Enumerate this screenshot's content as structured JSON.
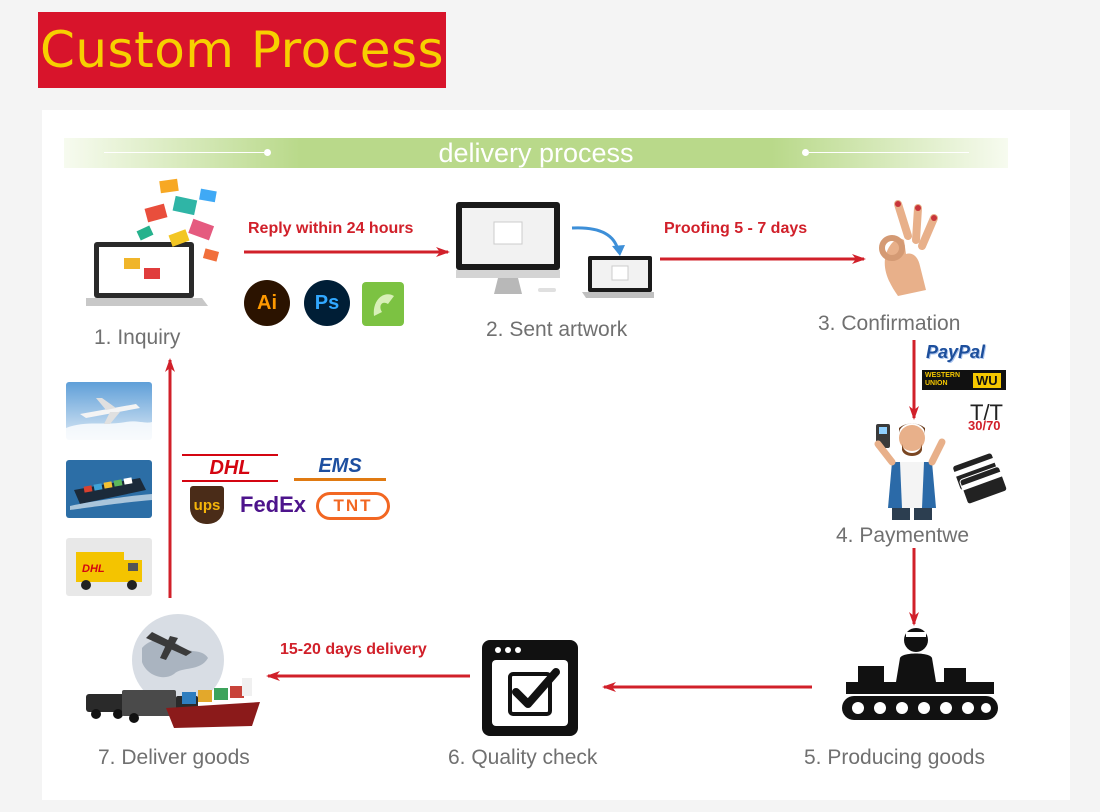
{
  "header": {
    "title": "Custom Process"
  },
  "banner": {
    "text": "delivery process"
  },
  "steps": [
    {
      "label": "1. Inquiry"
    },
    {
      "label": "2. Sent artwork"
    },
    {
      "label": "3. Confirmation"
    },
    {
      "label": "4. Paymentwe"
    },
    {
      "label": "5. Producing goods"
    },
    {
      "label": "6. Quality check"
    },
    {
      "label": "7. Deliver goods"
    }
  ],
  "arrows": {
    "inquiry_to_artwork": "Reply within 24 hours",
    "artwork_to_confirmation": "Proofing 5 - 7 days",
    "quality_to_deliver": "15-20 days delivery"
  },
  "software_icons": [
    "Ai",
    "Ps"
  ],
  "payment": {
    "paypal": "PayPal",
    "western_union": "WESTERN UNION",
    "wu": "WU",
    "tt": "T/T",
    "tt_ratio": "30/70"
  },
  "carriers": [
    "DHL",
    "EMS",
    "ups",
    "FedEx",
    "TNT"
  ],
  "colors": {
    "title_bg": "#d8142b",
    "title_text": "#f7d000",
    "arrow": "#d1202a",
    "banner": "#b9d98a",
    "label": "#707070"
  }
}
